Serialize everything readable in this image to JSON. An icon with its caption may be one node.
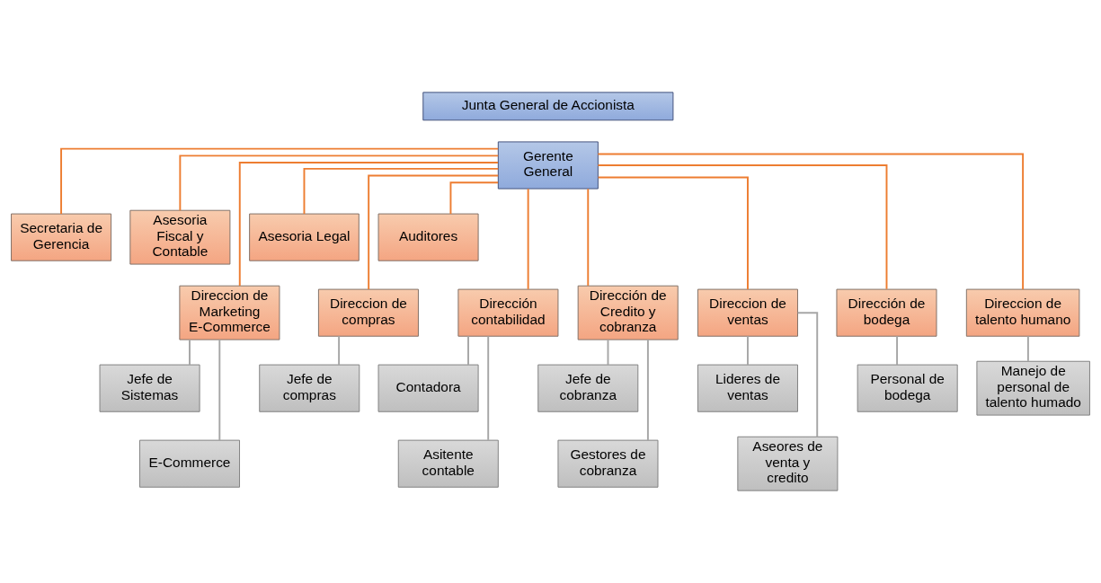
{
  "diagram": {
    "nodes": [
      {
        "text": [
          "Junta General de Accionista"
        ]
      },
      {
        "text": [
          "Gerente General"
        ]
      },
      {
        "text": [
          "Secretaria de Gerencia"
        ]
      },
      {
        "text": [
          "Asesoria Fiscal y Contable"
        ]
      },
      {
        "text": [
          "Asesoria Legal"
        ]
      },
      {
        "text": [
          "Auditores"
        ]
      },
      {
        "text": [
          "Direccion de Marketing E-Commerce"
        ]
      },
      {
        "text": [
          "Direccion de compras"
        ]
      },
      {
        "text": [
          "Dirección contabilidad"
        ]
      },
      {
        "text": [
          "Dirección de Credito y cobranza"
        ]
      },
      {
        "text": [
          "Direccion de ventas"
        ]
      },
      {
        "text": [
          "Dirección de bodega"
        ]
      },
      {
        "text": [
          "Direccion de talento humano"
        ]
      },
      {
        "text": [
          "Jefe de Sistemas"
        ]
      },
      {
        "text": [
          "E-Commerce"
        ]
      },
      {
        "text": [
          "Jefe de compras"
        ]
      },
      {
        "text": [
          "Contadora"
        ]
      },
      {
        "text": [
          "Asitente contable"
        ]
      },
      {
        "text": [
          "Jefe de cobranza"
        ]
      },
      {
        "text": [
          "Gestores de cobranza"
        ]
      },
      {
        "text": [
          "Lideres de ventas"
        ]
      },
      {
        "text": [
          "Aseores de venta y credito"
        ]
      },
      {
        "text": [
          "Personal de bodega"
        ]
      },
      {
        "text": [
          "Manejo de personal de talento humado"
        ]
      }
    ],
    "edges": [
      {
        "from": 1,
        "to": 2,
        "arrow": "none"
      },
      {
        "from": 1,
        "to": 3,
        "arrow": "none"
      },
      {
        "from": 1,
        "to": 4,
        "arrow": "none"
      },
      {
        "from": 1,
        "to": 5,
        "arrow": "none"
      },
      {
        "from": 1,
        "to": 6,
        "arrow": "none"
      },
      {
        "from": 1,
        "to": 7,
        "arrow": "none"
      },
      {
        "from": 1,
        "to": 8,
        "arrow": "none"
      },
      {
        "from": 1,
        "to": 9,
        "arrow": "none"
      },
      {
        "from": 1,
        "to": 10,
        "arrow": "none"
      },
      {
        "from": 1,
        "to": 11,
        "arrow": "none"
      },
      {
        "from": 1,
        "to": 12,
        "arrow": "none"
      },
      {
        "from": 6,
        "to": 13,
        "arrow": "none",
        "color": "#a6a6a6"
      },
      {
        "from": 6,
        "to": 14,
        "arrow": "none",
        "color": "#a6a6a6"
      },
      {
        "from": 7,
        "to": 15,
        "arrow": "none",
        "color": "#a6a6a6"
      },
      {
        "from": 8,
        "to": 16,
        "arrow": "none",
        "color": "#a6a6a6"
      },
      {
        "from": 8,
        "to": 17,
        "arrow": "none",
        "color": "#a6a6a6"
      },
      {
        "from": 9,
        "to": 18,
        "arrow": "none",
        "color": "#a6a6a6"
      },
      {
        "from": 9,
        "to": 19,
        "arrow": "none",
        "color": "#a6a6a6"
      },
      {
        "from": 10,
        "to": 20,
        "arrow": "none",
        "color": "#a6a6a6"
      },
      {
        "from": 10,
        "to": 21,
        "arrow": "none",
        "color": "#a6a6a6"
      },
      {
        "from": 11,
        "to": 22,
        "arrow": "none",
        "color": "#a6a6a6"
      },
      {
        "from": 12,
        "to": 23,
        "arrow": "none",
        "color": "#a6a6a6"
      }
    ]
  }
}
